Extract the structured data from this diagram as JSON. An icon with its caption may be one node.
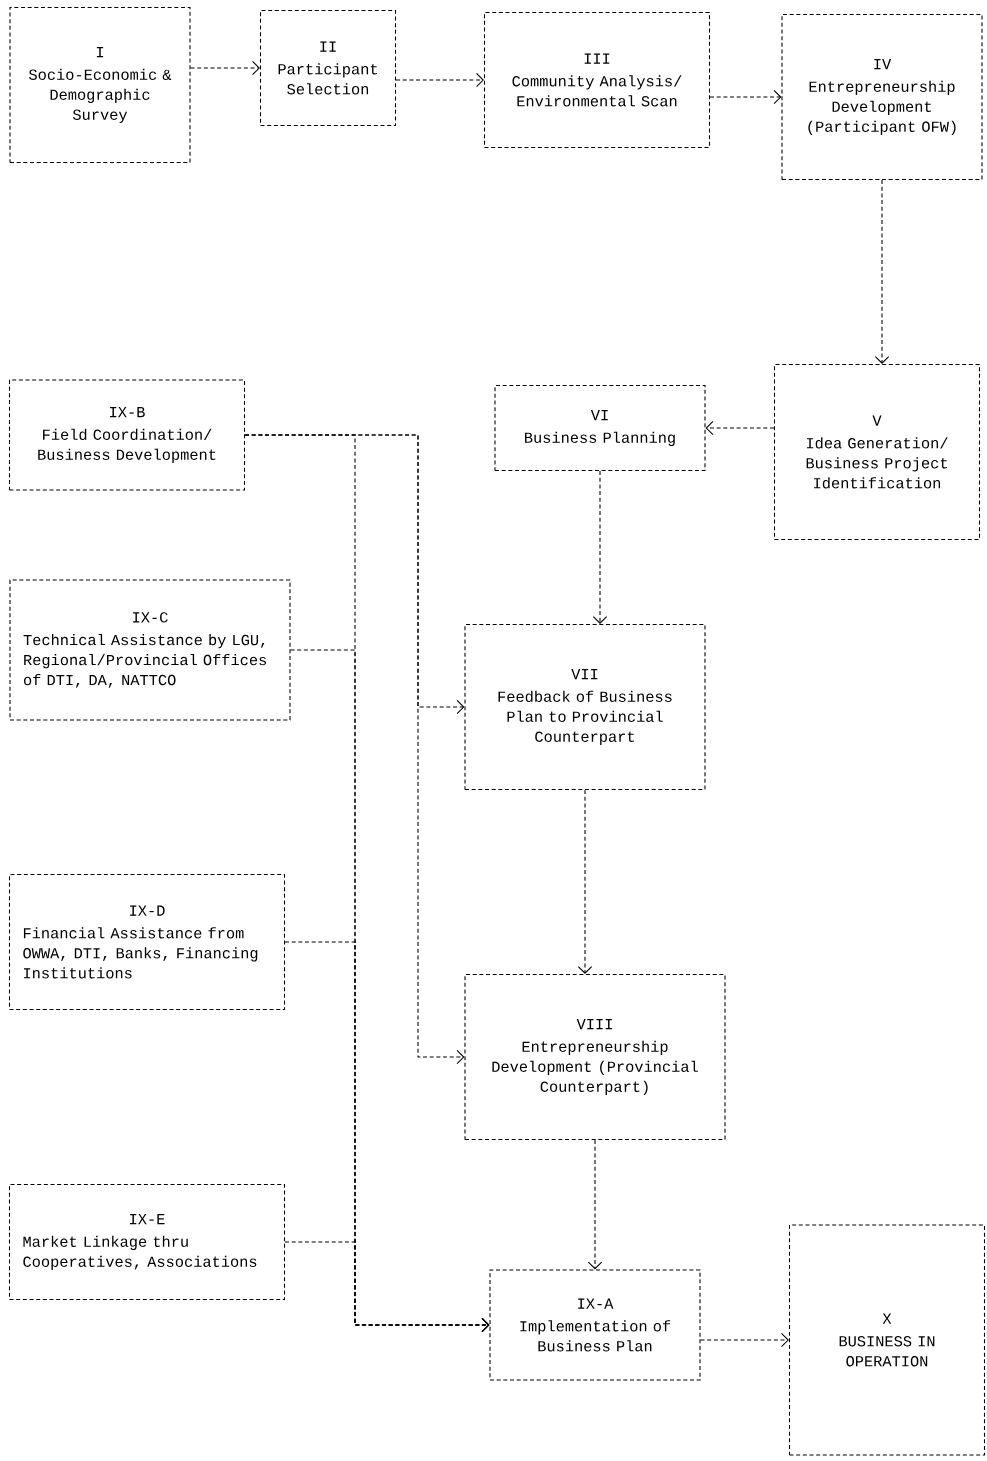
{
  "diagram": {
    "nodes": [
      {
        "text": [
          "I",
          "Socio-Economic & Demographic Survey"
        ]
      },
      {
        "text": [
          "II",
          "Participant Selection"
        ]
      },
      {
        "text": [
          "III",
          "Community Analysis/ Environmental Scan"
        ]
      },
      {
        "text": [
          "IV",
          "Entrepreneurship Development (Participant OFW)"
        ]
      },
      {
        "text": [
          "IX-B",
          "Field Coordination/ Business Development"
        ]
      },
      {
        "text": [
          "VI",
          "Business Planning"
        ]
      },
      {
        "text": [
          "V",
          "Idea Generation/ Business Project Identification"
        ]
      },
      {
        "text": [
          "IX-C",
          "Technical Assistance by LGU, Regional/Provincial Offices of DTI, DA, NATTCO"
        ]
      },
      {
        "text": [
          "VII",
          "Feedback of Business Plan to Provincial Counterpart"
        ]
      },
      {
        "text": [
          "IX-D",
          "Financial Assistance from OWWA, DTI, Banks, Financing Institutions"
        ]
      },
      {
        "text": [
          "VIII",
          "Entrepreneurship Development (Provincial Counterpart)"
        ]
      },
      {
        "text": [
          "IX-E",
          "Market Linkage thru Cooperatives, Associations"
        ]
      },
      {
        "text": [
          "IX-A",
          "Implementation of Business Plan"
        ]
      },
      {
        "text": [
          "X",
          "BUSINESS IN OPERATION"
        ]
      }
    ],
    "edges": [
      {
        "from": 0,
        "to": 1,
        "arrow": "to"
      },
      {
        "from": 1,
        "to": 2,
        "arrow": "to"
      },
      {
        "from": 2,
        "to": 3,
        "arrow": "to"
      },
      {
        "from": 3,
        "to": 6,
        "arrow": "to"
      },
      {
        "from": 6,
        "to": 5,
        "arrow": "to"
      },
      {
        "from": 5,
        "to": 8,
        "arrow": "to"
      },
      {
        "from": 8,
        "to": 10,
        "arrow": "to"
      },
      {
        "from": 10,
        "to": 12,
        "arrow": "to"
      },
      {
        "from": 12,
        "to": 13,
        "arrow": "to"
      },
      {
        "from": 4,
        "to": 12,
        "arrow": "to"
      },
      {
        "from": 7,
        "to": 12,
        "arrow": "to"
      },
      {
        "from": 9,
        "to": 12,
        "arrow": "to"
      },
      {
        "from": 11,
        "to": 12,
        "arrow": "to"
      },
      {
        "from": 4,
        "to": 8,
        "arrow": "to"
      },
      {
        "from": 4,
        "to": 10,
        "arrow": "to"
      }
    ]
  }
}
